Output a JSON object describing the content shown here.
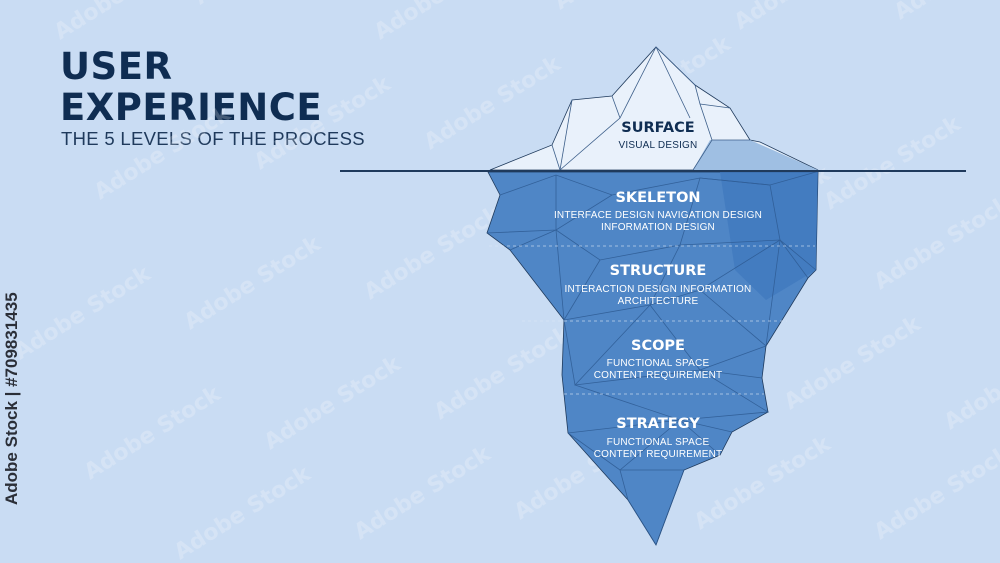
{
  "header": {
    "title_line1": "USER",
    "title_line2": "EXPERIENCE",
    "subtitle": "THE 5 LEVELS OF THE PROCESS"
  },
  "levels": [
    {
      "title": "SURFACE",
      "desc_line1": "VISUAL DESIGN",
      "desc_line2": ""
    },
    {
      "title": "SKELETON",
      "desc_line1": "INTERFACE DESIGN NAVIGATION DESIGN",
      "desc_line2": "INFORMATION DESIGN"
    },
    {
      "title": "STRUCTURE",
      "desc_line1": "INTERACTION DESIGN INFORMATION",
      "desc_line2": "ARCHITECTURE"
    },
    {
      "title": "SCOPE",
      "desc_line1": "FUNCTIONAL SPACE",
      "desc_line2": "CONTENT REQUIREMENT"
    },
    {
      "title": "STRATEGY",
      "desc_line1": "FUNCTIONAL SPACE",
      "desc_line2": "CONTENT REQUIREMENT"
    }
  ],
  "stock_id": "Adobe Stock | #709831435",
  "watermark_text": "Adobe Stock",
  "colors": {
    "background": "#c9dcf3",
    "title": "#0f2d52",
    "water_line": "#1f3a5c",
    "ice_above": "#e9f1fb",
    "ice_below": "#4f86c6",
    "surface_text": "#0f2d52",
    "underwater_text": "#ffffff"
  }
}
